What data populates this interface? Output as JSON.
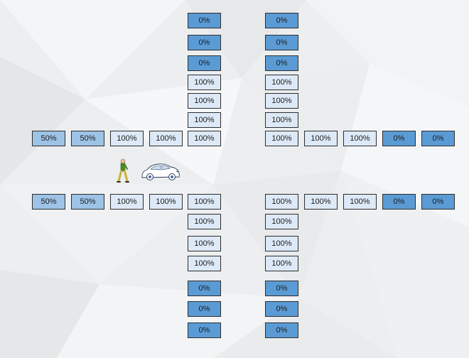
{
  "colors": {
    "state_0": "#5b9bd5",
    "state_50": "#9dc3e6",
    "state_100": "#dde9f6"
  },
  "icons": [
    "pedestrian-icon",
    "car-icon"
  ],
  "arms": {
    "north_left": {
      "cells": [
        {
          "label": "0%",
          "level": 0
        },
        {
          "label": "0%",
          "level": 0
        },
        {
          "label": "0%",
          "level": 0
        },
        {
          "label": "100%",
          "level": 1
        },
        {
          "label": "100%",
          "level": 1
        },
        {
          "label": "100%",
          "level": 1
        }
      ]
    },
    "north_right": {
      "cells": [
        {
          "label": "0%",
          "level": 0
        },
        {
          "label": "0%",
          "level": 0
        },
        {
          "label": "0%",
          "level": 0
        },
        {
          "label": "100%",
          "level": 1
        },
        {
          "label": "100%",
          "level": 1
        },
        {
          "label": "100%",
          "level": 1
        }
      ]
    },
    "west_top": {
      "cells": [
        {
          "label": "50%",
          "level": 0.5
        },
        {
          "label": "50%",
          "level": 0.5
        },
        {
          "label": "100%",
          "level": 1
        },
        {
          "label": "100%",
          "level": 1
        },
        {
          "label": "100%",
          "level": 1
        }
      ]
    },
    "west_bottom": {
      "cells": [
        {
          "label": "50%",
          "level": 0.5
        },
        {
          "label": "50%",
          "level": 0.5
        },
        {
          "label": "100%",
          "level": 1
        },
        {
          "label": "100%",
          "level": 1
        },
        {
          "label": "100%",
          "level": 1
        }
      ]
    },
    "east_top": {
      "cells": [
        {
          "label": "100%",
          "level": 1
        },
        {
          "label": "100%",
          "level": 1
        },
        {
          "label": "100%",
          "level": 1
        },
        {
          "label": "0%",
          "level": 0
        },
        {
          "label": "0%",
          "level": 0
        }
      ]
    },
    "east_bottom": {
      "cells": [
        {
          "label": "100%",
          "level": 1
        },
        {
          "label": "100%",
          "level": 1
        },
        {
          "label": "100%",
          "level": 1
        },
        {
          "label": "0%",
          "level": 0
        },
        {
          "label": "0%",
          "level": 0
        }
      ]
    },
    "south_left": {
      "cells": [
        {
          "label": "100%",
          "level": 1
        },
        {
          "label": "100%",
          "level": 1
        },
        {
          "label": "100%",
          "level": 1
        },
        {
          "label": "0%",
          "level": 0
        },
        {
          "label": "0%",
          "level": 0
        },
        {
          "label": "0%",
          "level": 0
        }
      ]
    },
    "south_right": {
      "cells": [
        {
          "label": "100%",
          "level": 1
        },
        {
          "label": "100%",
          "level": 1
        },
        {
          "label": "100%",
          "level": 1
        },
        {
          "label": "0%",
          "level": 0
        },
        {
          "label": "0%",
          "level": 0
        },
        {
          "label": "0%",
          "level": 0
        }
      ]
    }
  }
}
